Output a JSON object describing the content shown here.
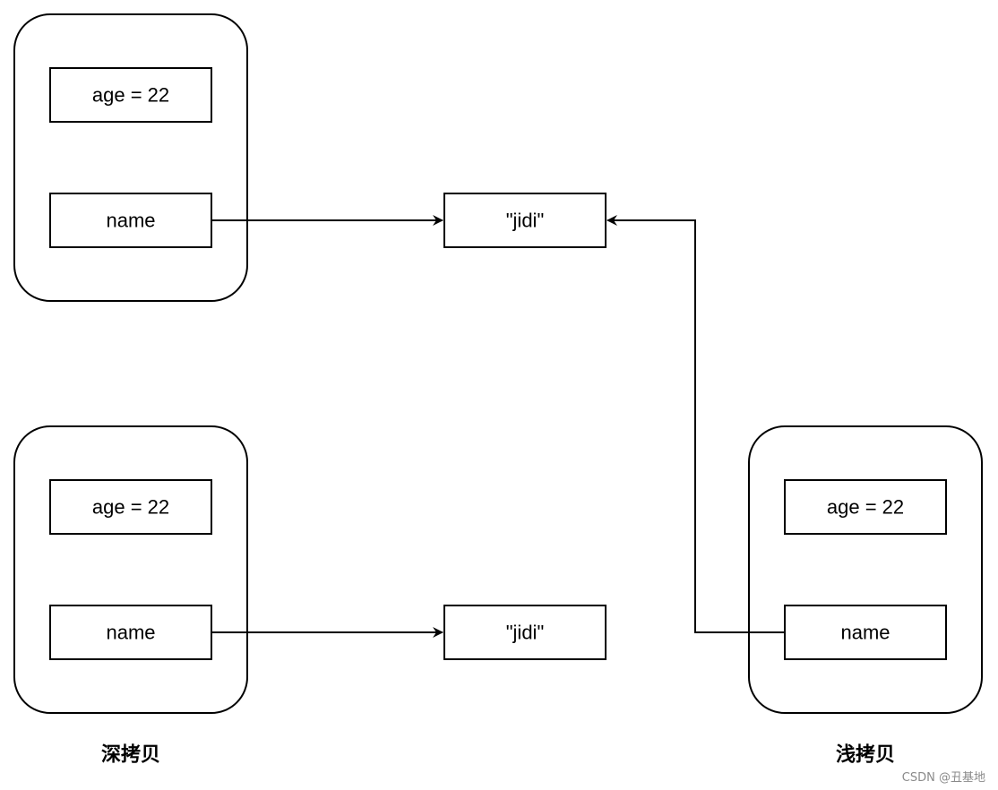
{
  "top_object": {
    "age_field": "age = 22",
    "name_field": "name"
  },
  "shared_string": "\"jidi\"",
  "deep_copy": {
    "age_field": "age = 22",
    "name_field": "name",
    "copied_string": "\"jidi\"",
    "caption": "深拷贝"
  },
  "shallow_copy": {
    "age_field": "age = 22",
    "name_field": "name",
    "caption": "浅拷贝"
  },
  "watermark": "CSDN @丑基地",
  "colors": {
    "stroke": "#000000",
    "background": "#ffffff",
    "watermark": "#8a8a8a"
  }
}
